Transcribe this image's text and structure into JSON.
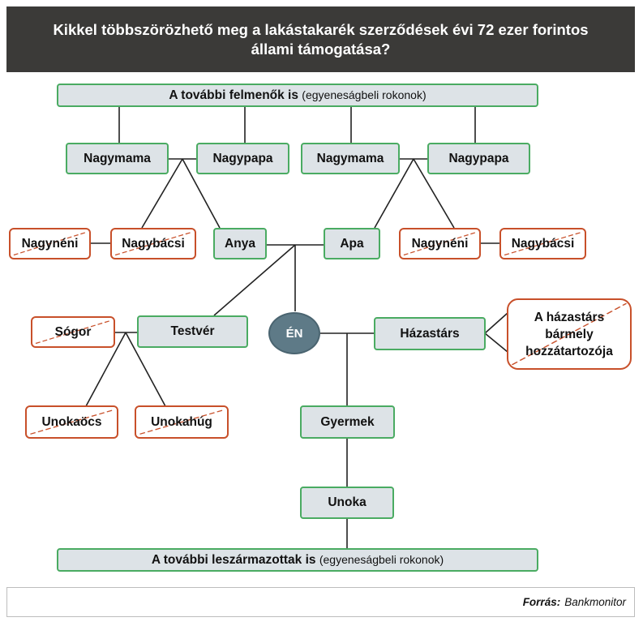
{
  "header": {
    "title": "Kikkel többszörözhető meg a lakástakarék szerződések évi 72 ezer forintos állami támogatása?"
  },
  "top_bar": {
    "bold": "A további felmenők is",
    "normal": "(egyeneságbeli rokonok)"
  },
  "bottom_bar": {
    "bold": "A további leszármazottak is",
    "normal": "(egyeneságbeli rokonok)"
  },
  "nodes": {
    "grandmother_left": "Nagymama",
    "grandfather_left": "Nagypapa",
    "grandmother_right": "Nagymama",
    "grandfather_right": "Nagypapa",
    "aunt_left": "Nagynéni",
    "uncle_left": "Nagybácsi",
    "mother": "Anya",
    "father": "Apa",
    "aunt_right": "Nagynéni",
    "uncle_right": "Nagybácsi",
    "brother_in_law": "Sógor",
    "sibling": "Testvér",
    "me": "ÉN",
    "spouse": "Házastárs",
    "spouse_relatives": "A házastárs bármely hozzátartozója",
    "nephew": "Unokaöcs",
    "niece": "Unokahúg",
    "child": "Gyermek",
    "grandchild": "Unoka"
  },
  "footer": {
    "label": "Forrás:",
    "source": "Bankmonitor"
  },
  "colors": {
    "header_bg": "#3b3a38",
    "green_border": "#4aab62",
    "box_fill": "#dde3e7",
    "red_border": "#c8502a",
    "me_fill": "#5e7a87"
  }
}
